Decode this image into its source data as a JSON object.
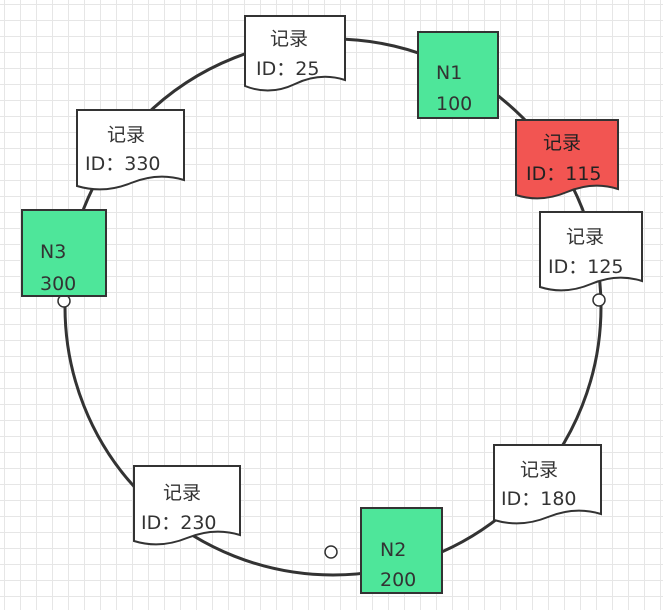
{
  "colors": {
    "ring": "#333333",
    "node_fill": "#4ee69a",
    "record_fill": "#ffffff",
    "record_highlight_fill": "#f25552",
    "hollow_dot_fill": "#ffffff"
  },
  "nodes": [
    {
      "name": "N1",
      "id": "100"
    },
    {
      "name": "N2",
      "id": "200"
    },
    {
      "name": "N3",
      "id": "300"
    }
  ],
  "records": [
    {
      "label": "记录",
      "id_text": "ID：25",
      "highlight": false
    },
    {
      "label": "记录",
      "id_text": "ID：115",
      "highlight": true
    },
    {
      "label": "记录",
      "id_text": "ID：125",
      "highlight": false
    },
    {
      "label": "记录",
      "id_text": "ID：180",
      "highlight": false
    },
    {
      "label": "记录",
      "id_text": "ID：230",
      "highlight": false
    },
    {
      "label": "记录",
      "id_text": "ID：330",
      "highlight": false
    }
  ]
}
